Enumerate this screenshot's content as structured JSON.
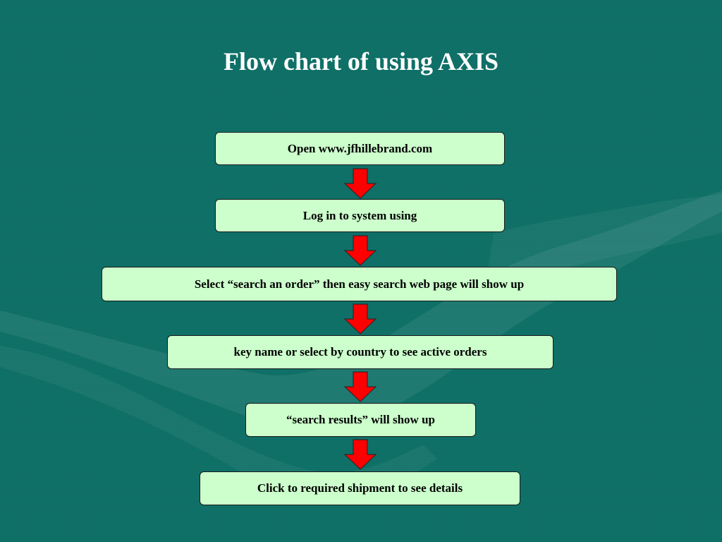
{
  "title": "Flow chart of using AXIS",
  "colors": {
    "background": "#0d6f66",
    "box_fill": "#ccffcc",
    "box_border": "#1a1a1a",
    "arrow_fill": "#ff0000",
    "title_text": "#ffffff"
  },
  "steps": [
    {
      "label": "Open www.jfhillebrand.com"
    },
    {
      "label": "Log in to system using"
    },
    {
      "label": "Select “search an order” then easy search web page will show up"
    },
    {
      "label": "key name or select by country to see active orders"
    },
    {
      "label": "“search results” will show up"
    },
    {
      "label": "Click to required shipment to see details"
    }
  ],
  "connectors": [
    {
      "from": 0,
      "to": 1,
      "icon": "down-arrow-icon"
    },
    {
      "from": 1,
      "to": 2,
      "icon": "down-arrow-icon"
    },
    {
      "from": 2,
      "to": 3,
      "icon": "down-arrow-icon"
    },
    {
      "from": 3,
      "to": 4,
      "icon": "down-arrow-icon"
    },
    {
      "from": 4,
      "to": 5,
      "icon": "down-arrow-icon"
    }
  ]
}
